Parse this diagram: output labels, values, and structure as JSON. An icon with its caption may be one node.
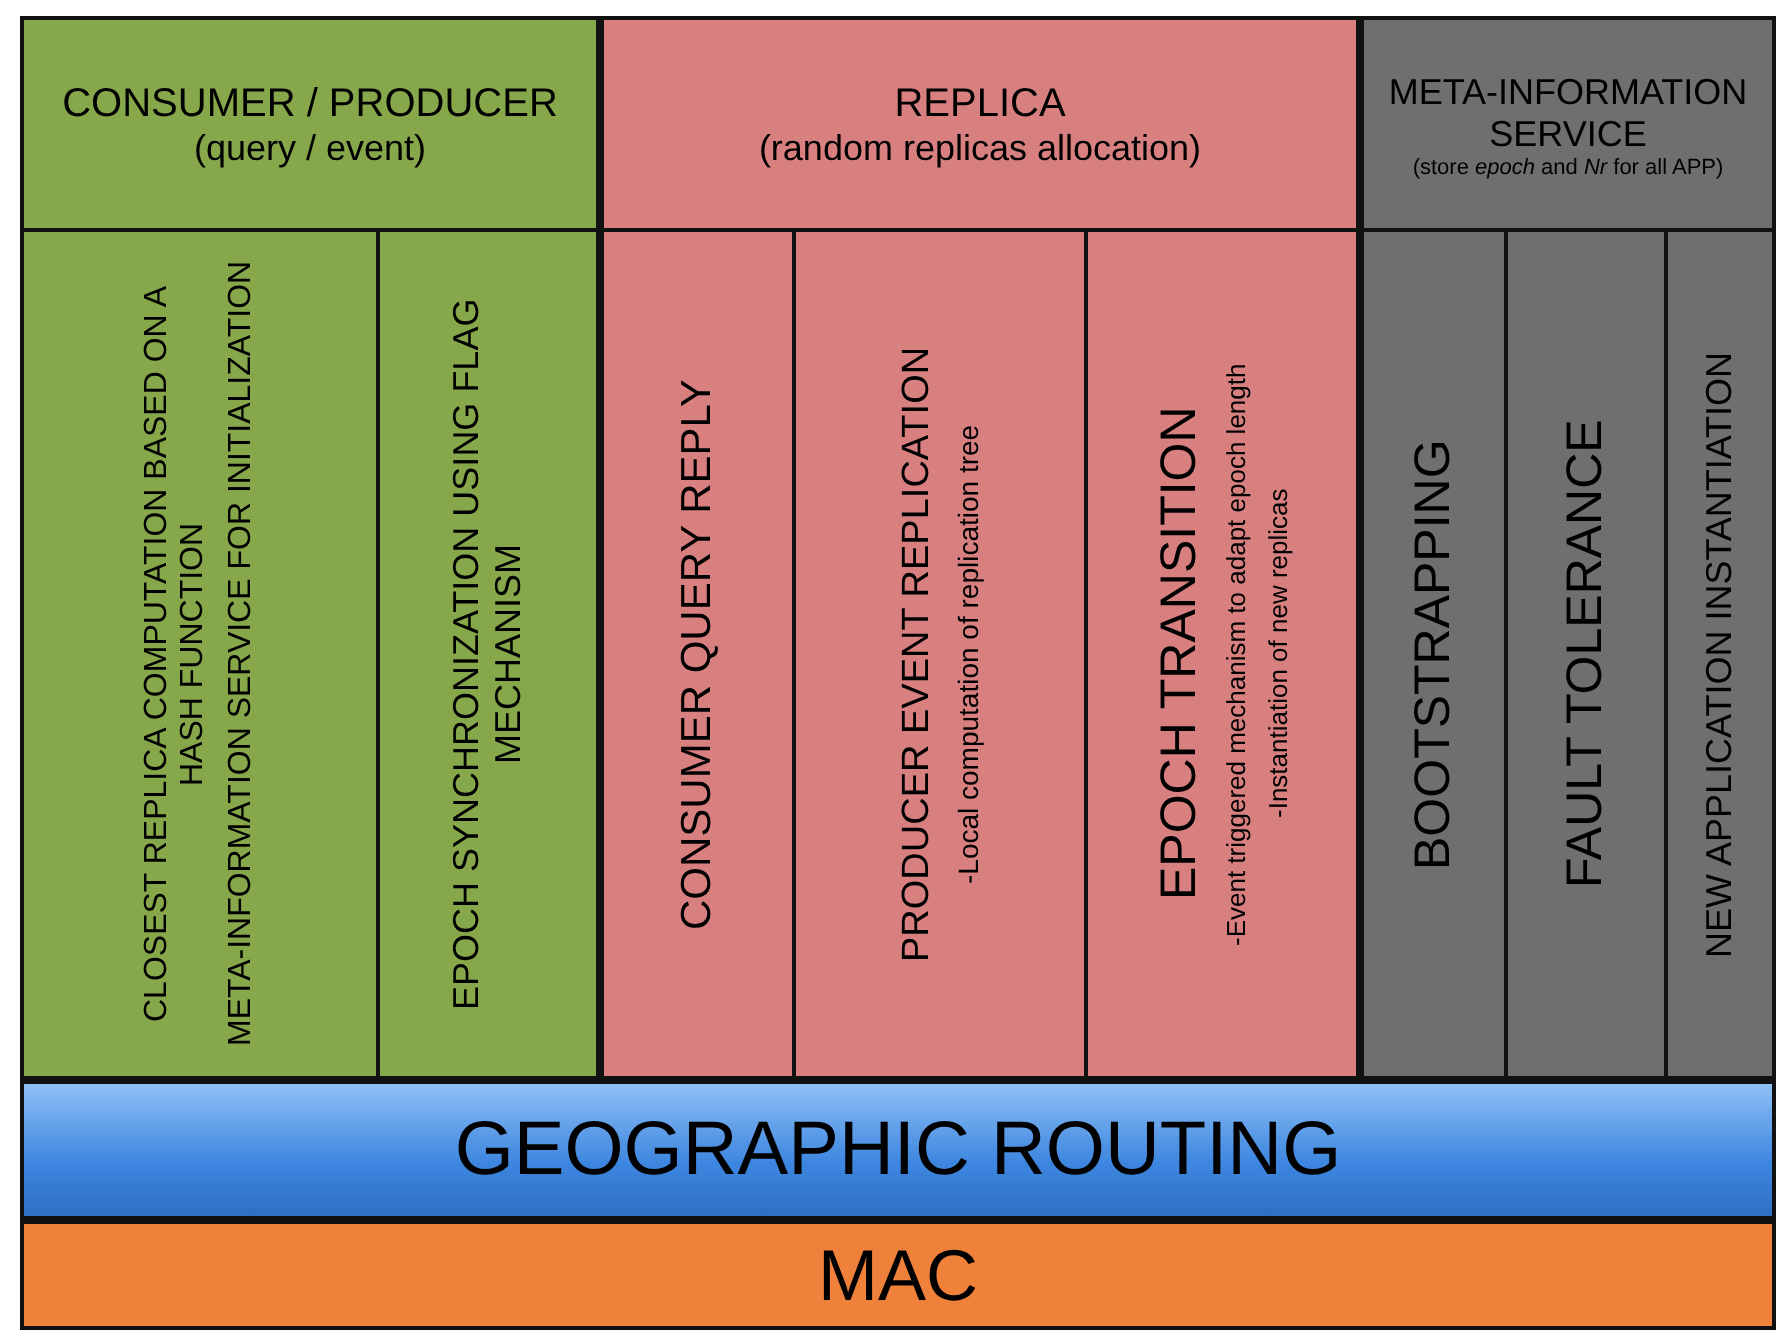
{
  "diagram": {
    "nodes": [
      {
        "text": [
          "CONSUMER / PRODUCER",
          "(query / event)"
        ]
      },
      {
        "text": [
          "CLOSEST REPLICA COMPUTATION BASED ON A HASH FUNCTION",
          "META-INFORMATION SERVICE FOR INITIALIZATION"
        ],
        "in": 0
      },
      {
        "text": [
          "EPOCH SYNCHRONIZATION USING FLAG MECHANISM"
        ],
        "in": 0
      },
      {
        "text": [
          "REPLICA",
          "(random replicas allocation)"
        ]
      },
      {
        "text": [
          "CONSUMER QUERY REPLY"
        ],
        "in": 3
      },
      {
        "text": [
          "PRODUCER EVENT REPLICATION",
          "-Local computation of replication tree"
        ],
        "in": 3
      },
      {
        "text": [
          "EPOCH TRANSITION",
          "-Event triggered mechanism to adapt epoch length",
          "-Instantiation of new replicas"
        ],
        "in": 3
      },
      {
        "text": [
          "META-INFORMATION SERVICE",
          "(store *epoch* and *Nr* for all APP)"
        ]
      },
      {
        "text": [
          "BOOTSTRAPPING"
        ],
        "in": 7
      },
      {
        "text": [
          "FAULT TOLERANCE"
        ],
        "in": 7
      },
      {
        "text": [
          "NEW APPLICATION INSTANTIATION"
        ],
        "in": 7
      },
      {
        "text": [
          "GEOGRAPHIC ROUTING"
        ]
      },
      {
        "text": [
          "MAC"
        ]
      }
    ]
  }
}
